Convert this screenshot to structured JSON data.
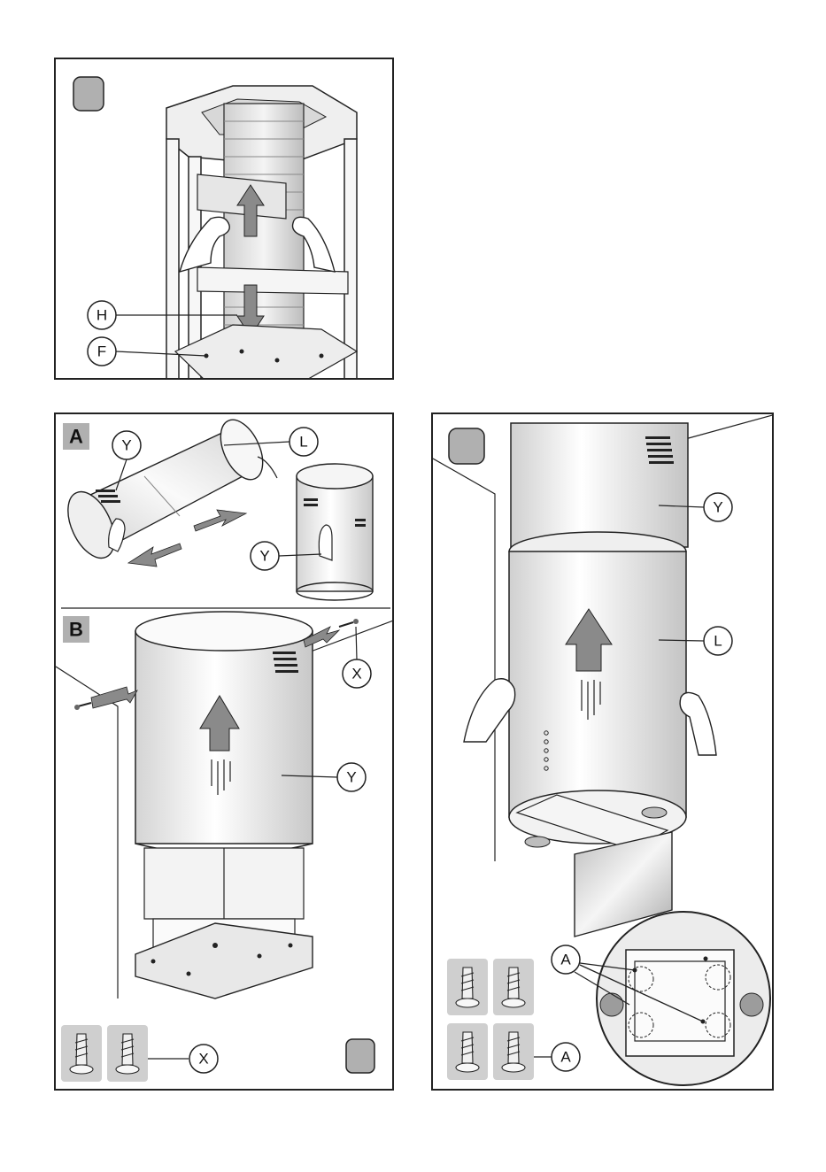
{
  "panel1": {
    "labels": {
      "h": "H",
      "f": "F"
    }
  },
  "panel2": {
    "section_a": {
      "title": "A",
      "y_top": "Y",
      "l": "L",
      "y_small": "Y"
    },
    "section_b": {
      "title": "B",
      "x_top": "X",
      "y": "Y",
      "x_bottom": "X"
    }
  },
  "panel3": {
    "y": "Y",
    "l": "L",
    "a_top": "A",
    "a_bottom": "A"
  },
  "colors": {
    "stroke": "#222222",
    "metal_light": "#f2f2f2",
    "metal_mid": "#d9d9d9",
    "arrow_gray": "#8a8a8a",
    "badge_gray": "#b0b0b0"
  }
}
